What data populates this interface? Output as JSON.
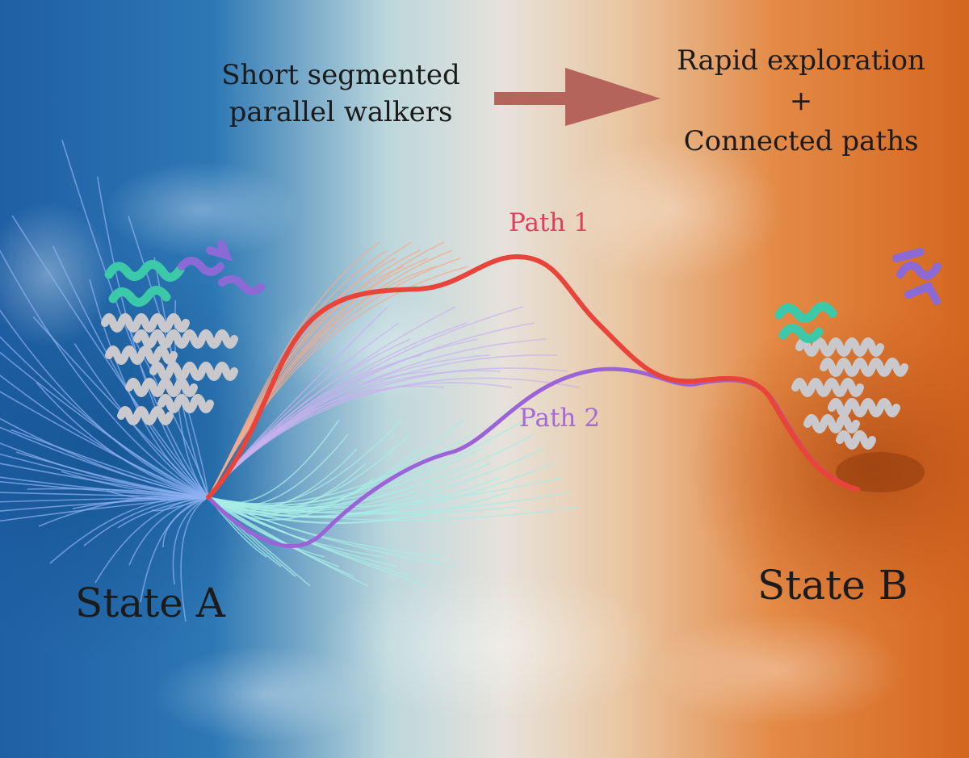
{
  "labels": {
    "walkers": [
      "Short segmented",
      "parallel walkers"
    ],
    "outcome": [
      "Rapid exploration",
      "+",
      "Connected paths"
    ],
    "path1": "Path 1",
    "path2": "Path 2",
    "state_a": "State A",
    "state_b": "State B"
  },
  "colors": {
    "state_a_basin": "#1e5a9c",
    "state_b_basin": "#d4661f",
    "path1": "#e8443a",
    "path2": "#9a63d8",
    "path1_label": "#e0405a",
    "path2_label": "#a56ad6",
    "arrow": "#b5645c",
    "walkers_blue": "#8fb2f2",
    "walkers_cyan": "#a8ece6",
    "walkers_violet": "#c9b2ee",
    "walkers_peach": "#f4ab8f",
    "protein_helix_gray": "#c9c9cd",
    "protein_domain_teal": "#3cc9a9",
    "protein_domain_purple": "#8b6ad6"
  },
  "icons": {
    "protein_a": "protein-ribbon-icon",
    "protein_b": "protein-ribbon-icon",
    "arrow": "right-arrow-icon"
  }
}
